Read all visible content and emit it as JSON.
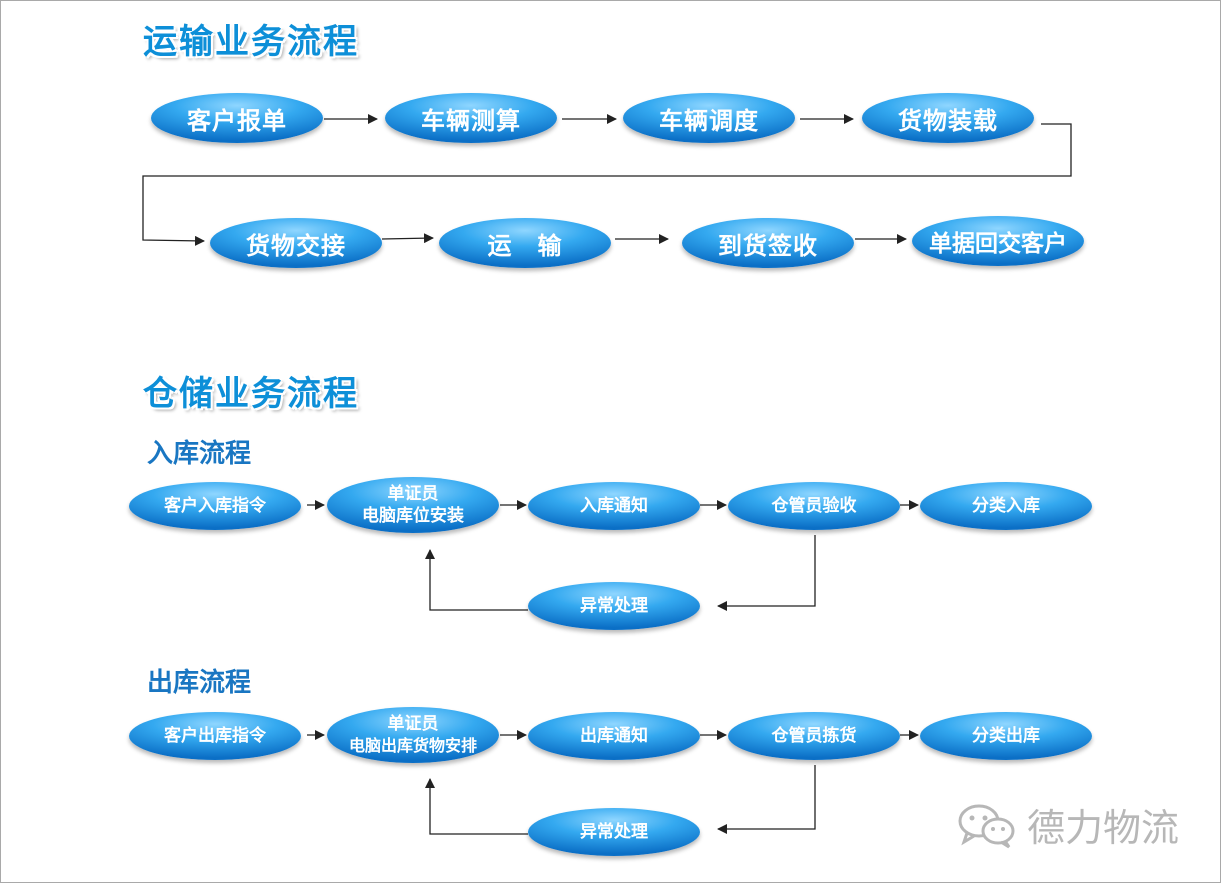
{
  "transport": {
    "title": "运输业务流程",
    "nodes": [
      "客户报单",
      "车辆测算",
      "车辆调度",
      "货物装载",
      "货物交接",
      "运　输",
      "到货签收",
      "单据回交客户"
    ]
  },
  "warehouse": {
    "title": "仓储业务流程",
    "inbound": {
      "title": "入库流程",
      "nodes": [
        "客户入库指令",
        "单证员",
        "电脑库位安装",
        "入库通知",
        "仓管员验收",
        "分类入库",
        "异常处理"
      ]
    },
    "outbound": {
      "title": "出库流程",
      "nodes": [
        "客户出库指令",
        "单证员",
        "电脑出库货物安排",
        "出库通知",
        "仓管员拣货",
        "分类出库",
        "异常处理"
      ]
    }
  },
  "watermark": {
    "text": "德力物流",
    "icon": "wechat-icon"
  },
  "colors": {
    "title": "#0d8fd8",
    "subtitle": "#1976c2",
    "node_dark": "#0b6fc6",
    "node_light": "#8fd6ff",
    "connector": "#222222",
    "watermark": "#b7b7b7"
  }
}
